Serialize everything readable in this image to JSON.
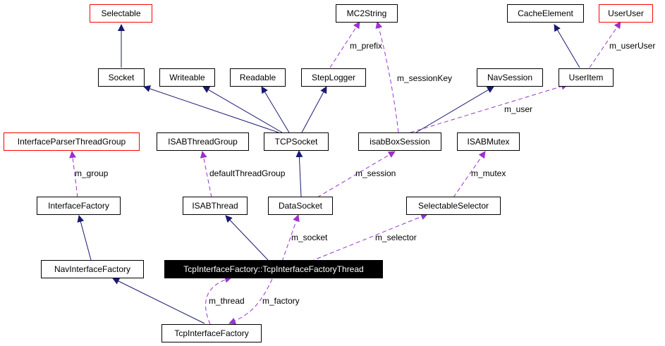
{
  "nodes": {
    "selectable": "Selectable",
    "mc2string": "MC2String",
    "cacheelement": "CacheElement",
    "useruser": "UserUser",
    "socket": "Socket",
    "writeable": "Writeable",
    "readable": "Readable",
    "steplogger": "StepLogger",
    "navsession": "NavSession",
    "useritem": "UserItem",
    "interfaceparserthreadgroup": "InterfaceParserThreadGroup",
    "isabthreadgroup": "ISABThreadGroup",
    "tcpsocket": "TCPSocket",
    "isabboxsession": "isabBoxSession",
    "isabmutex": "ISABMutex",
    "interfacefactory": "InterfaceFactory",
    "isabthread": "ISABThread",
    "datasocket": "DataSocket",
    "selectableselector": "SelectableSelector",
    "navinterfacefactory": "NavInterfaceFactory",
    "tcpthread": "TcpInterfaceFactory::TcpInterfaceFactoryThread",
    "tcpinterfacefactory": "TcpInterfaceFactory"
  },
  "edge_labels": {
    "m_prefix": "m_prefix",
    "m_sessionKey": "m_sessionKey",
    "m_userUser": "m_userUser",
    "m_user": "m_user",
    "m_group": "m_group",
    "defaultThreadGroup": "defaultThreadGroup",
    "m_session": "m_session",
    "m_mutex": "m_mutex",
    "m_socket": "m_socket",
    "m_selector": "m_selector",
    "m_thread": "m_thread",
    "m_factory": "m_factory"
  },
  "colors": {
    "inheritance": "#191970",
    "usage": "#9a32cd",
    "highlight_border": "#ff0000",
    "focus_fill": "#000000"
  }
}
